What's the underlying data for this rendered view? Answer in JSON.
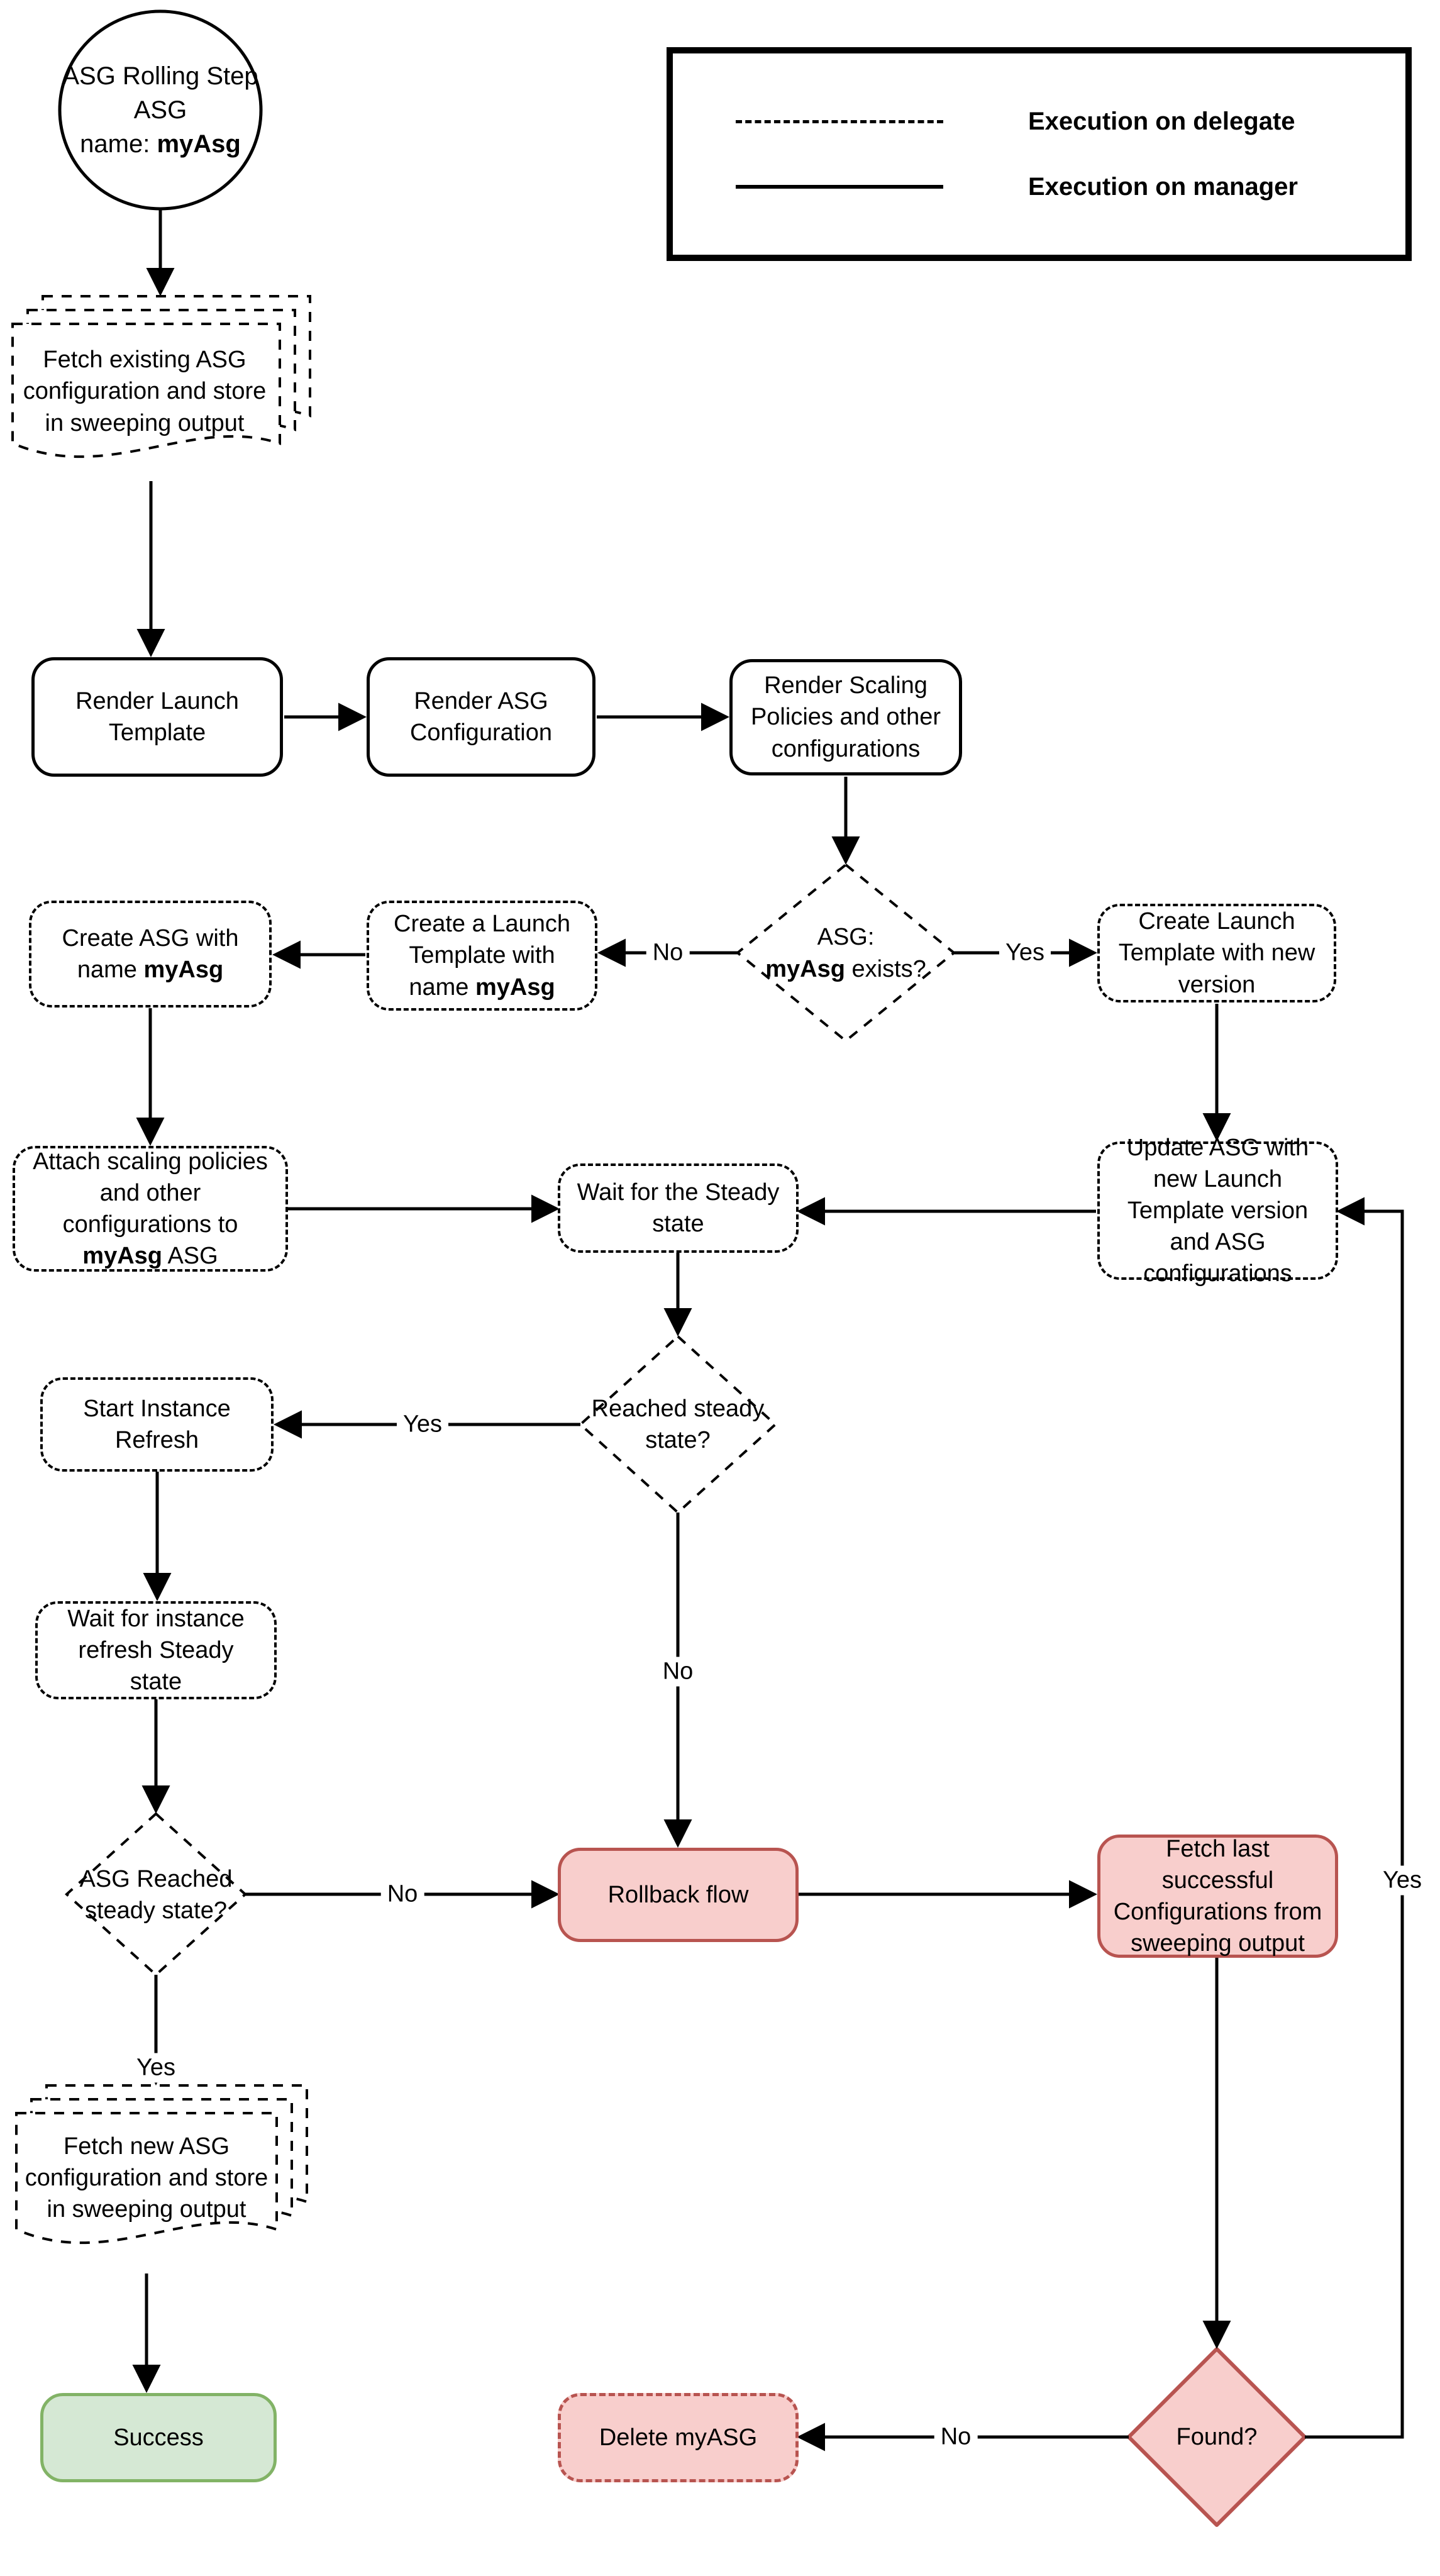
{
  "title": "ASG Rolling Step flow diagram",
  "colors": {
    "line": "#000000",
    "red_fill": "#f8cecc",
    "red_stroke": "#b85450",
    "green_fill": "#d5e8d4",
    "green_stroke": "#82b366"
  },
  "legend": {
    "items": [
      {
        "line_style": "dashed",
        "label": "Execution on delegate"
      },
      {
        "line_style": "solid",
        "label": "Execution on manager"
      }
    ]
  },
  "labels": {
    "yes": "Yes",
    "no": "No"
  },
  "nodes": {
    "start": {
      "line1": "ASG Rolling Step",
      "line2": "ASG",
      "name_prefix": "name: ",
      "name_bold": "myAsg"
    },
    "fetch_existing": {
      "label": "Fetch existing ASG configuration and store in sweeping output"
    },
    "render_launch_template": {
      "label": "Render Launch Template"
    },
    "render_asg_configuration": {
      "label": "Render ASG Configuration"
    },
    "render_scaling_policies": {
      "label": "Render Scaling Policies and other configurations"
    },
    "asg_exists": {
      "line1": "ASG:",
      "bold": "myAsg",
      "suffix": " exists?"
    },
    "create_launch_template_named": {
      "prefix": "Create a Launch Template with name ",
      "bold": "myAsg"
    },
    "create_asg": {
      "prefix": "Create ASG with name ",
      "bold": "myAsg"
    },
    "create_launch_template_new_version": {
      "label": "Create Launch Template with new version"
    },
    "attach_scaling_policies": {
      "prefix": "Attach scaling policies and other configurations to ",
      "bold": "myAsg",
      "suffix": " ASG"
    },
    "wait_steady_state": {
      "label": "Wait for the Steady state"
    },
    "update_asg": {
      "label": "Update ASG with new Launch Template version and ASG configurations"
    },
    "reached_steady_state": {
      "label": "Reached steady state?"
    },
    "start_instance_refresh": {
      "label": "Start Instance Refresh"
    },
    "wait_instance_refresh": {
      "label": "Wait for instance refresh Steady state"
    },
    "asg_reached_steady_state": {
      "label": "ASG Reached steady state?"
    },
    "rollback_flow": {
      "label": "Rollback flow"
    },
    "fetch_last_successful": {
      "label": "Fetch last successful Configurations from sweeping output"
    },
    "fetch_new_asg": {
      "label": "Fetch new ASG configuration and store in sweeping output"
    },
    "success": {
      "label": "Success"
    },
    "delete_myasg": {
      "label": "Delete myASG"
    },
    "found": {
      "label": "Found?"
    }
  }
}
